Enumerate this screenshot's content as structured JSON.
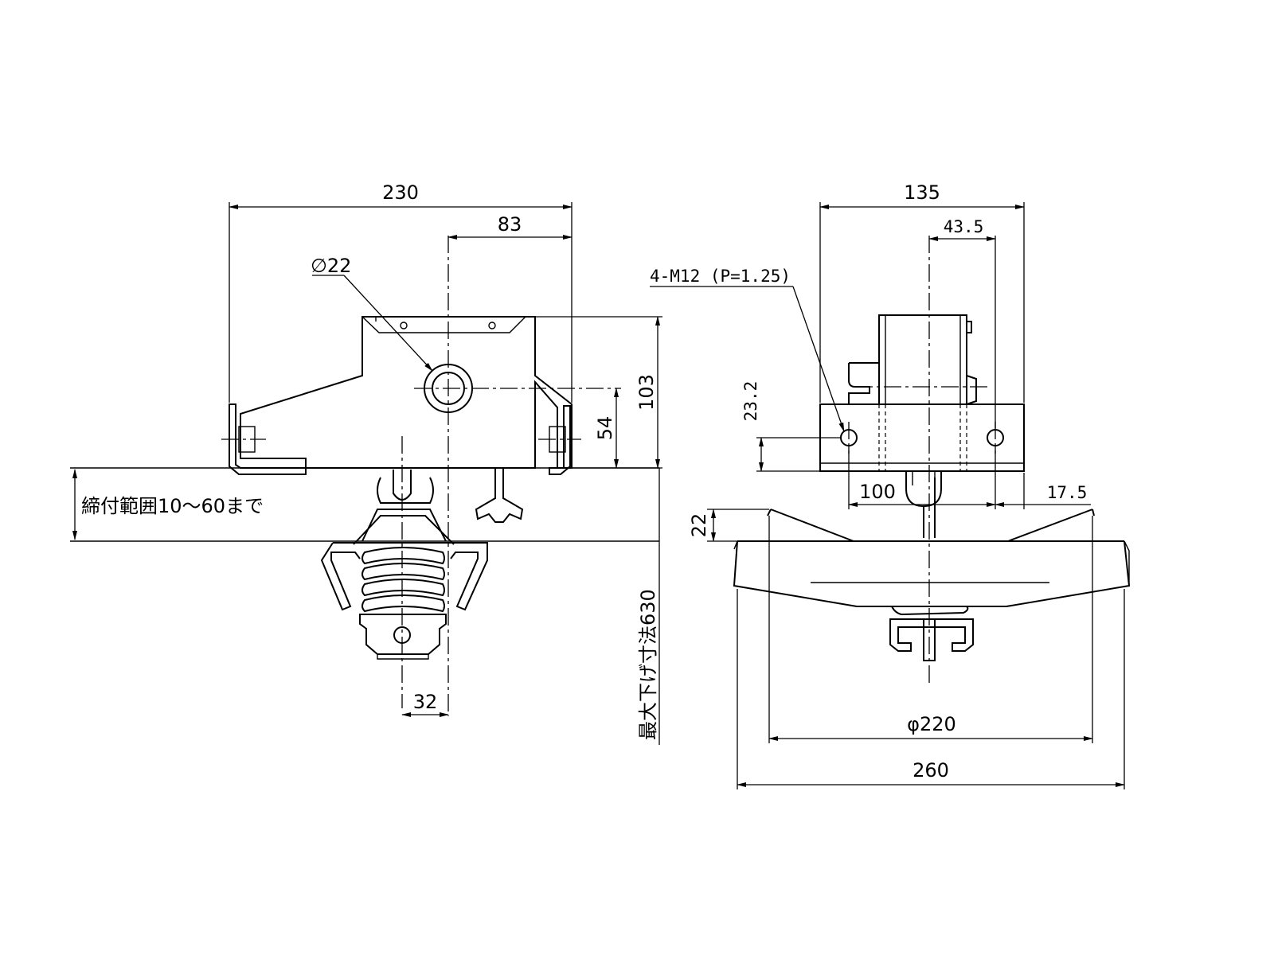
{
  "dimensions": {
    "front_width": "230",
    "front_offset": "83",
    "hole_diameter": "∅22",
    "front_height": "103",
    "front_center_height": "54",
    "clamp_range": "締付範囲10～60まで",
    "max_drop": "最大下げ寸法630",
    "front_bottom_offset": "32",
    "side_width": "135",
    "side_offset": "43.5",
    "thread_note": "4-M12 (P=1.25)",
    "side_hole_height": "23.2",
    "hole_pitch": "100",
    "edge_offset": "17.5",
    "wheel_thickness": "22",
    "wheel_inner_diameter": "φ220",
    "wheel_outer_diameter": "260"
  }
}
